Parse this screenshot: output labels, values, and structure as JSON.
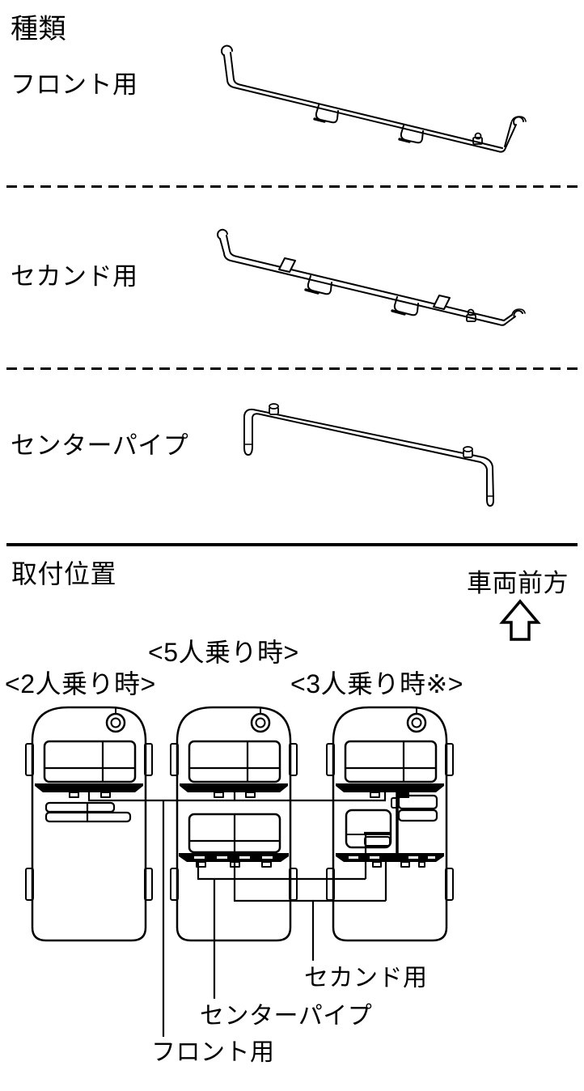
{
  "page": {
    "background_color": "#ffffff",
    "line_color": "#000000"
  },
  "types_section": {
    "title": "種類",
    "front_label": "フロント用",
    "second_label": "セカンド用",
    "center_label": "センターパイプ"
  },
  "position_section": {
    "title": "取付位置",
    "vehicle_front_label": "車両前方",
    "config_5_label": "<5人乗り時>",
    "config_2_label": "<2人乗り時>",
    "config_3_label": "<3人乗り時※>",
    "callout_second": "セカンド用",
    "callout_center": "センターパイプ",
    "callout_front": "フロント用"
  },
  "icons": {
    "up_arrow": "vehicle-front-direction-arrow"
  }
}
